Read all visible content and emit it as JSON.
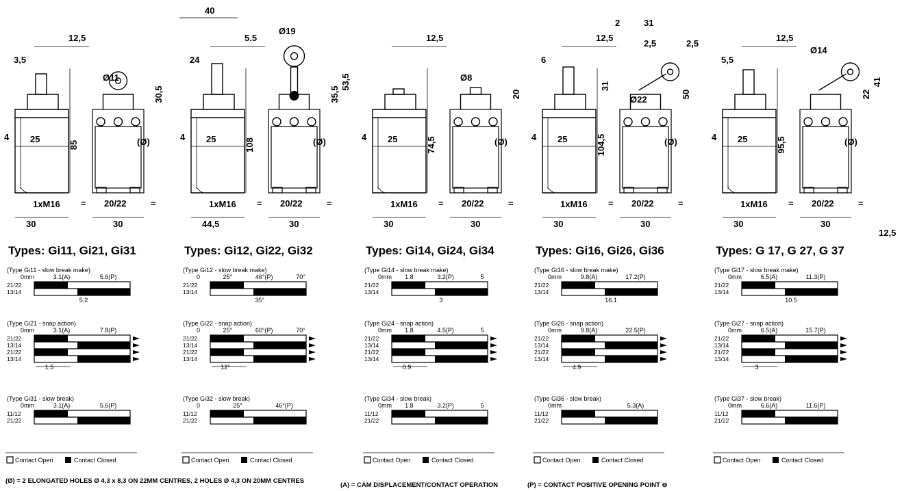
{
  "blocks": [
    {
      "title": "Types: Gi11, Gi21, Gi31",
      "dims": {
        "top1": "12,5",
        "top2": "3,5",
        "dia": "Ø11",
        "h1": "30,5",
        "h2": "85",
        "w": "25",
        "w2": "20/22",
        "base1": "30",
        "base2": "30",
        "thread": "1xM16",
        "side": "4",
        "hole": "(Ø)",
        "eq": "="
      },
      "charts": [
        {
          "label": "(Type Gi11 - slow break make)",
          "scale": [
            "0mm",
            "3.1(A)",
            "5.6(P)"
          ],
          "rows": [
            "21/22",
            "13/14"
          ],
          "below": "5.2"
        },
        {
          "label": "(Type Gi21 - snap action)",
          "scale": [
            "0mm",
            "3.1(A)",
            "7.8(P)"
          ],
          "rows": [
            "21/22",
            "13/14",
            "21/22",
            "13/14"
          ],
          "below": "1.5"
        },
        {
          "label": "(Type Gi31 - slow break)",
          "scale": [
            "0mm",
            "3.1(A)",
            "5.6(P)"
          ],
          "rows": [
            "11/12",
            "21/22"
          ],
          "below": ""
        }
      ]
    },
    {
      "title": "Types: Gi12, Gi22, Gi32",
      "dims": {
        "top0": "40",
        "top1": "5.5",
        "top2": "24",
        "dia": "Ø19",
        "h1": "35,5",
        "h1b": "53,5",
        "h2": "108",
        "w": "25",
        "w2": "20/22",
        "base1": "44,5",
        "base2": "30",
        "thread": "1xM16",
        "side": "4",
        "hole": "(Ø)",
        "eq": "="
      },
      "charts": [
        {
          "label": "(Type Gi12 - slow break make)",
          "scale": [
            "0",
            "25°",
            "46°(P)",
            "70°"
          ],
          "rows": [
            "21/22",
            "13/14"
          ],
          "below": "35°"
        },
        {
          "label": "(Type Gi22 - snap action)",
          "scale": [
            "0",
            "25°",
            "60°(P)",
            "70°"
          ],
          "rows": [
            "21/22",
            "13/14",
            "21/22",
            "13/14"
          ],
          "below": "12°"
        },
        {
          "label": "(Type Gi32 - slow break)",
          "scale": [
            "0",
            "25°",
            "46°(P)"
          ],
          "rows": [
            "11/12",
            "21/22"
          ],
          "below": ""
        }
      ]
    },
    {
      "title": "Types: Gi14, Gi24, Gi34",
      "dims": {
        "top1": "12,5",
        "dia": "Ø8",
        "h1": "20",
        "h2": "74,5",
        "w": "25",
        "w2": "20/22",
        "base1": "30",
        "base2": "30",
        "thread": "1xM16",
        "side": "4",
        "hole": "(Ø)",
        "eq": "="
      },
      "charts": [
        {
          "label": "(Type Gi14 - slow break make)",
          "scale": [
            "0mm",
            "1.8",
            "3.2(P)",
            "5"
          ],
          "rows": [
            "21/22",
            "13/14"
          ],
          "below": "3"
        },
        {
          "label": "(Type Gi24 - snap action)",
          "scale": [
            "0mm",
            "1.8",
            "4.5(P)",
            "5"
          ],
          "rows": [
            "21/22",
            "13/14",
            "21/22",
            "13/14"
          ],
          "below": "0.9"
        },
        {
          "label": "(Type Gi34 - slow break)",
          "scale": [
            "0mm",
            "1.8",
            "3.2(P)",
            "5"
          ],
          "rows": [
            "11/12",
            "21/22"
          ],
          "below": ""
        }
      ]
    },
    {
      "title": "Types: Gi16, Gi26, Gi36",
      "dims": {
        "top1": "12,5",
        "top2": "6",
        "top3": "2",
        "top4": "31",
        "top5": "2,5",
        "top6": "2,5",
        "dia": "Ø22",
        "h0": "31",
        "h1": "50",
        "h2": "104,5",
        "w": "25",
        "w2": "20/22",
        "base1": "30",
        "base2": "30",
        "thread": "1xM16",
        "side": "4",
        "hole": "(Ø)",
        "eq": "="
      },
      "charts": [
        {
          "label": "(Type Gi16 - slow break make)",
          "scale": [
            "0mm",
            "9.8(A)",
            "17.2(P)"
          ],
          "rows": [
            "21/22",
            "13/14"
          ],
          "below": "16.1"
        },
        {
          "label": "(Type Gi26 - snap action)",
          "scale": [
            "0mm",
            "9.8(A)",
            "22.5(P)"
          ],
          "rows": [
            "21/22",
            "13/14",
            "21/22",
            "13/14"
          ],
          "below": "4.9"
        },
        {
          "label": "(Type Gi36 - slow break)",
          "scale": [
            "0mm",
            "5.3(A)"
          ],
          "rows": [
            "11/12",
            "21/22"
          ],
          "below": ""
        }
      ]
    },
    {
      "title": "Types: G 17, G 27, G 37",
      "dims": {
        "top1": "12,5",
        "top2": "5,5",
        "dia": "Ø14",
        "h1": "22",
        "h1b": "41",
        "h2": "95,5",
        "w": "25",
        "w2": "20/22",
        "base1": "30",
        "base2": "30",
        "side3": "12,5",
        "thread": "1xM16",
        "side": "4",
        "hole": "(Ø)",
        "eq": "="
      },
      "charts": [
        {
          "label": "(Type Gi17 - slow break make)",
          "scale": [
            "0mm",
            "6.5(A)",
            "11.3(P)"
          ],
          "rows": [
            "21/22",
            "13/14"
          ],
          "below": "10.5"
        },
        {
          "label": "(Type Gi27 - snap action)",
          "scale": [
            "0mm",
            "6.5(A)",
            "15.7(P)"
          ],
          "rows": [
            "21/22",
            "13/14",
            "21/22",
            "13/14"
          ],
          "below": "3"
        },
        {
          "label": "(Type Gi37 - slow break)",
          "scale": [
            "0mm",
            "6.6(A)",
            "11.6(P)"
          ],
          "rows": [
            "11/12",
            "21/22"
          ],
          "below": ""
        }
      ]
    }
  ],
  "legend": {
    "open": "Contact Open",
    "closed": "Contact Closed"
  },
  "footer": {
    "holes": "(Ø) = 2 ELONGATED HOLES Ø 4,3 x 8,3 ON 22MM CENTRES, 2 HOLES Ø 4,3 ON 20MM CENTRES",
    "cam": "(A) = CAM DISPLACEMENT/CONTACT OPERATION",
    "pos": "(P) = CONTACT POSITIVE OPENING POINT ⊖"
  },
  "colors": {
    "ink": "#000000",
    "paper": "#ffffff"
  }
}
